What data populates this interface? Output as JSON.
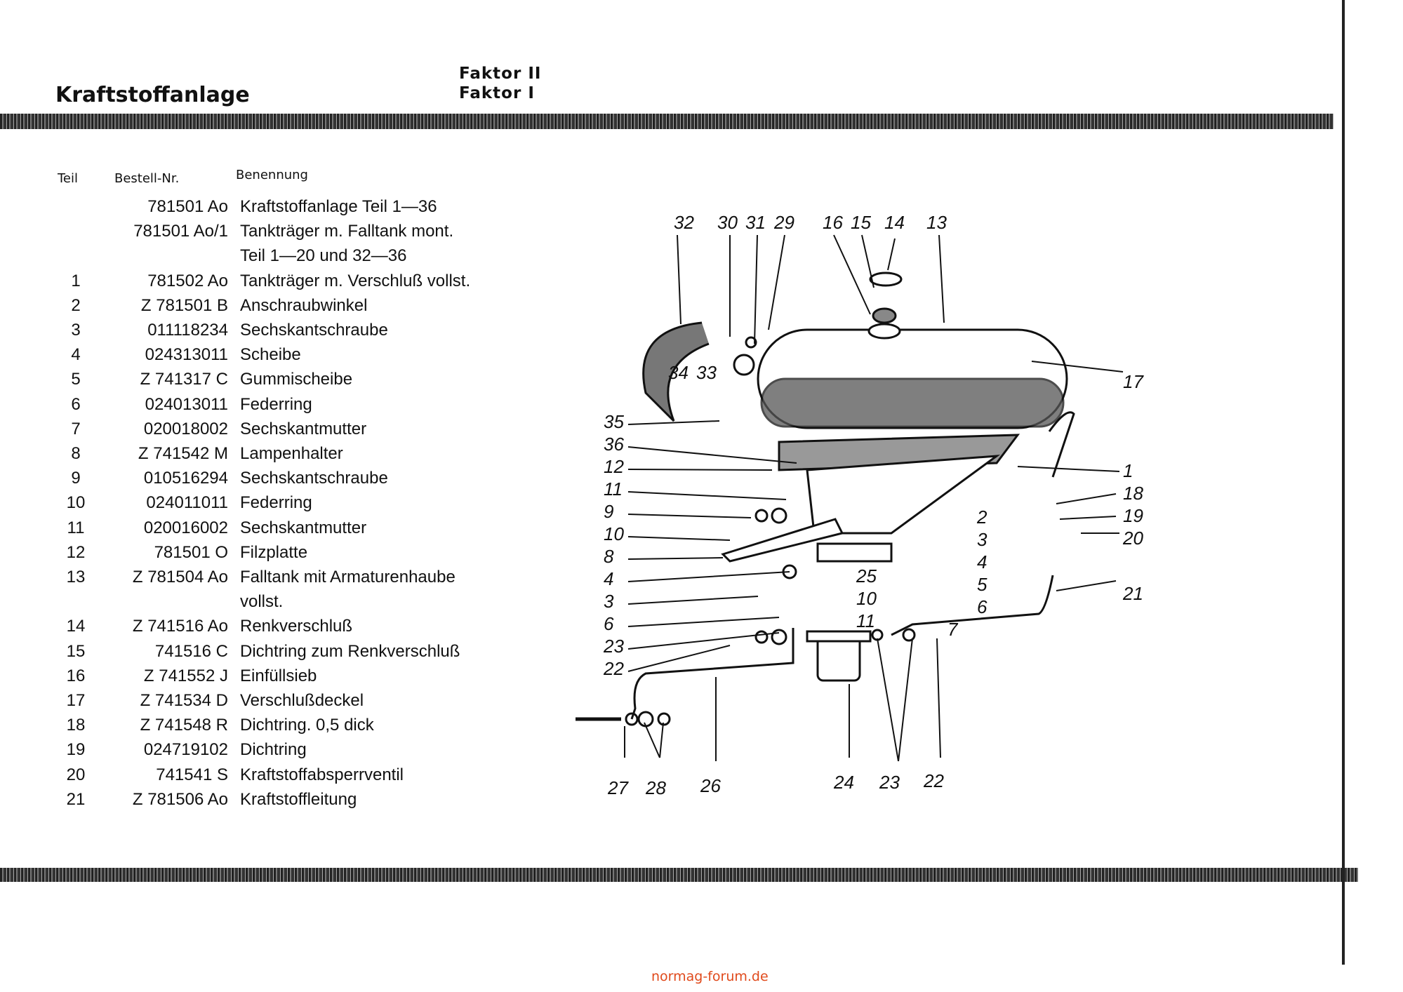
{
  "header": {
    "title": "Kraftstoffanlage",
    "faktor": [
      "Faktor II",
      "Faktor I"
    ]
  },
  "table": {
    "columns": [
      "Teil",
      "Bestell-Nr.",
      "Benennung"
    ],
    "rows": [
      {
        "teil": "",
        "nr": "781501  Ao",
        "name": "Kraftstoffanlage  Teil  1—36"
      },
      {
        "teil": "",
        "nr": "781501  Ao/1",
        "name": "Tankträger  m.  Falltank  mont."
      },
      {
        "teil": "",
        "nr": "",
        "name": "  Teil  1—20  und  32—36"
      },
      {
        "teil": "1",
        "nr": "781502  Ao",
        "name": "Tankträger  m.  Verschluß  vollst."
      },
      {
        "teil": "2",
        "nr": "Z 781501  B",
        "name": "Anschraubwinkel"
      },
      {
        "teil": "3",
        "nr": "011118234",
        "name": "Sechskantschraube"
      },
      {
        "teil": "4",
        "nr": "024313011",
        "name": "Scheibe"
      },
      {
        "teil": "5",
        "nr": "Z 741317  C",
        "name": "Gummischeibe"
      },
      {
        "teil": "6",
        "nr": "024013011",
        "name": "Federring"
      },
      {
        "teil": "7",
        "nr": "020018002",
        "name": "Sechskantmutter"
      },
      {
        "teil": "8",
        "nr": "Z 741542  M",
        "name": "Lampenhalter"
      },
      {
        "teil": "9",
        "nr": "010516294",
        "name": "Sechskantschraube"
      },
      {
        "teil": "10",
        "nr": "024011011",
        "name": "Federring"
      },
      {
        "teil": "11",
        "nr": "020016002",
        "name": "Sechskantmutter"
      },
      {
        "teil": "12",
        "nr": "781501  O",
        "name": "Filzplatte"
      },
      {
        "teil": "13",
        "nr": "Z 781504  Ao",
        "name": "Falltank  mit  Armaturenhaube"
      },
      {
        "teil": "",
        "nr": "",
        "name": "  vollst."
      },
      {
        "teil": "14",
        "nr": "Z 741516  Ao",
        "name": "Renkverschluß"
      },
      {
        "teil": "15",
        "nr": "741516  C",
        "name": "Dichtring  zum  Renkverschluß"
      },
      {
        "teil": "16",
        "nr": "Z 741552  J",
        "name": "Einfüllsieb"
      },
      {
        "teil": "17",
        "nr": "Z 741534  D",
        "name": "Verschlußdeckel"
      },
      {
        "teil": "18",
        "nr": "Z 741548  R",
        "name": "Dichtring. 0,5  dick"
      },
      {
        "teil": "19",
        "nr": "024719102",
        "name": "Dichtring"
      },
      {
        "teil": "20",
        "nr": "741541  S",
        "name": "Kraftstoffabsperrventil"
      },
      {
        "teil": "21",
        "nr": "Z 781506  Ao",
        "name": "Kraftstoffleitung"
      }
    ]
  },
  "diagram": {
    "callouts": [
      "32",
      "30",
      "31",
      "29",
      "16",
      "15",
      "14",
      "13",
      "34",
      "33",
      "17",
      "35",
      "36",
      "12",
      "11",
      "9",
      "10",
      "8",
      "4",
      "3",
      "6",
      "23",
      "22",
      "1",
      "18",
      "19",
      "20",
      "21",
      "2",
      "3",
      "4",
      "5",
      "6",
      "7",
      "25",
      "10",
      "11",
      "27",
      "28",
      "26",
      "24",
      "23",
      "22"
    ]
  },
  "footer": {
    "text": "normag-forum.de"
  }
}
